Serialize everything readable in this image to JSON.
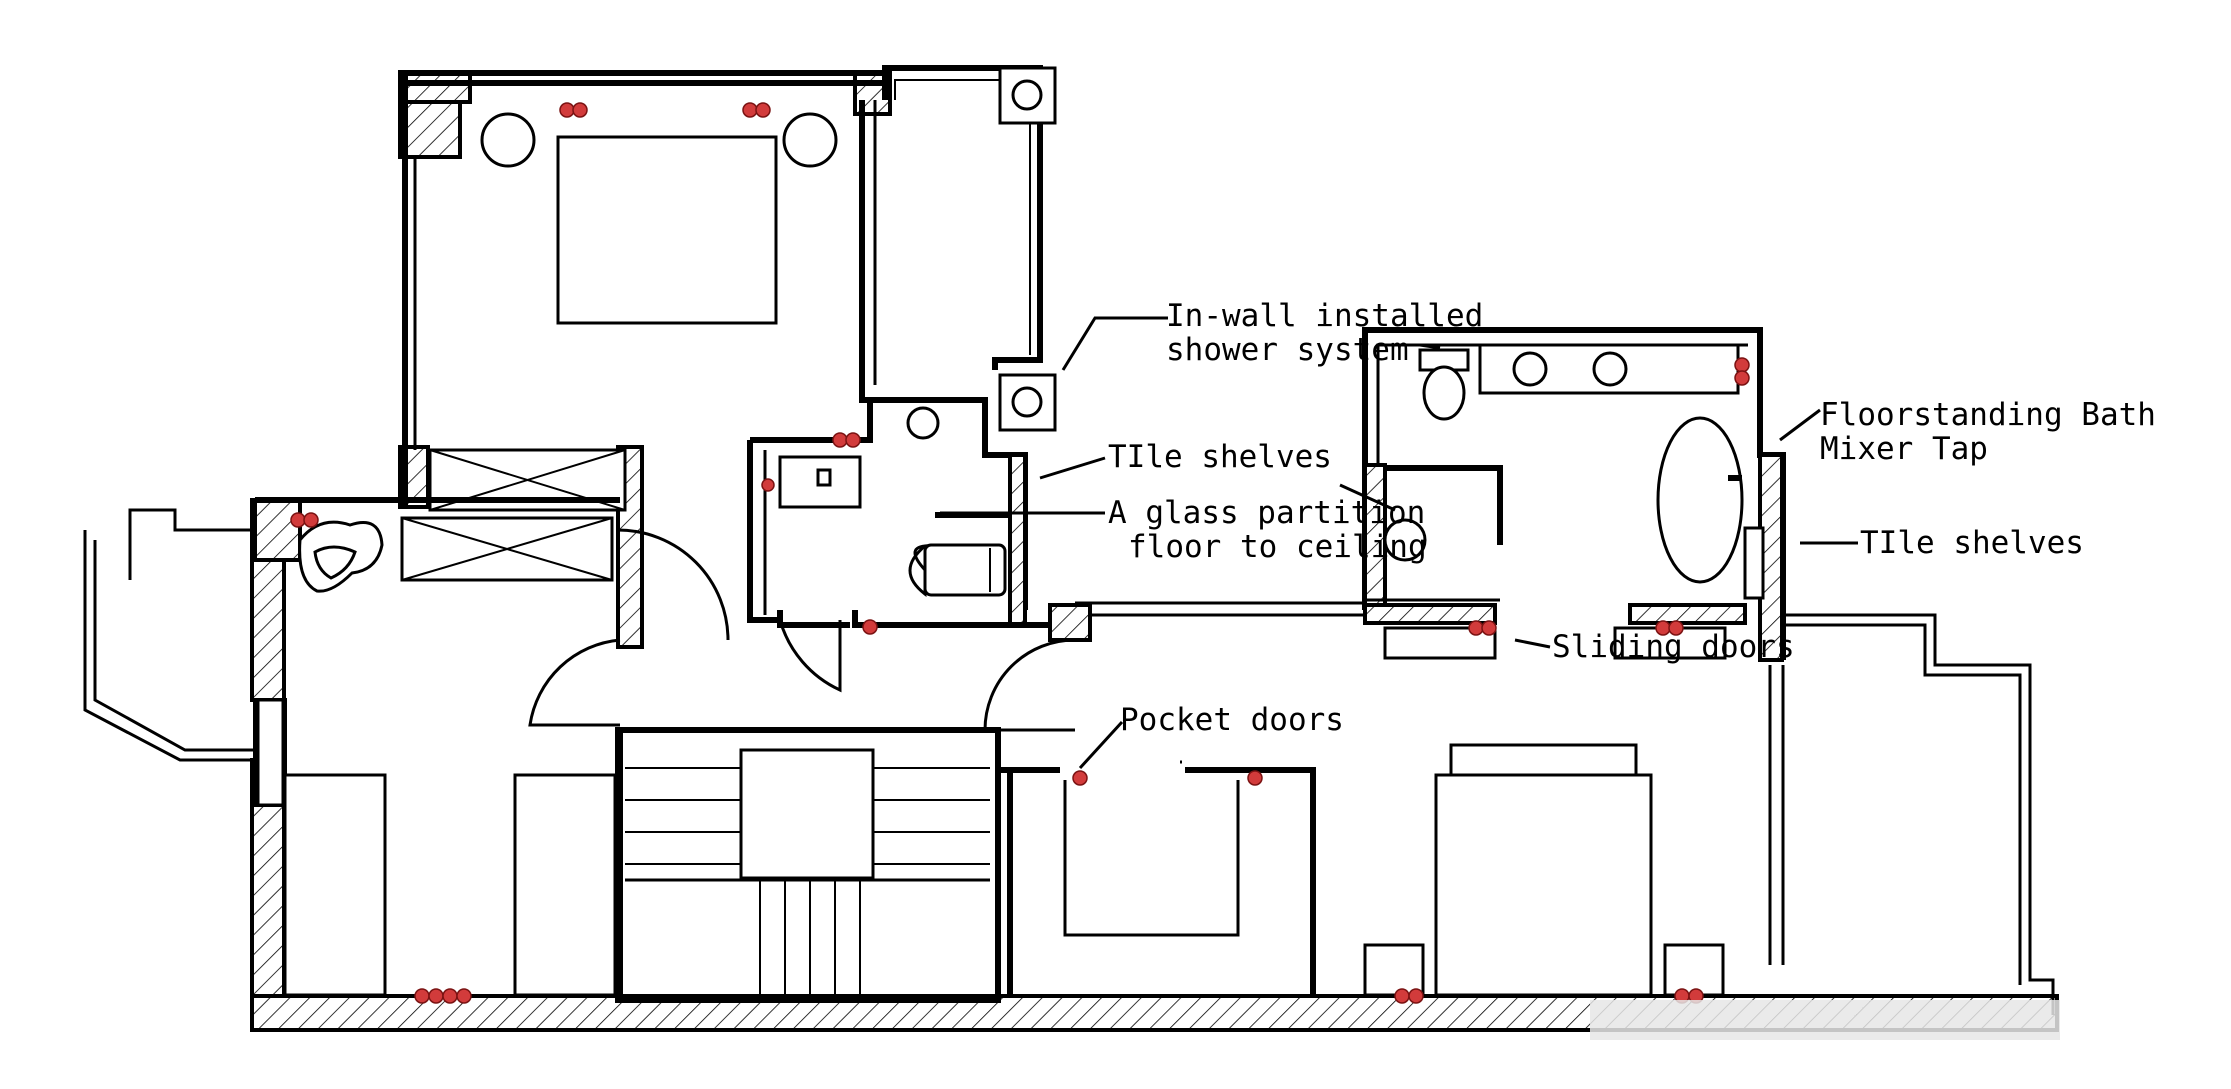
{
  "labels": {
    "shower_system_line1": "In-wall installed",
    "shower_system_line2": "shower system",
    "tile_shelves_upper": "TIle shelves",
    "glass_partition_line1": "A glass partition",
    "glass_partition_line2": "floor to ceiling",
    "floorstanding_line1": "Floorstanding Bath",
    "floorstanding_line2": "Mixer Tap",
    "tile_shelves_right": "TIle shelves",
    "sliding_doors": "Sliding doors",
    "pocket_doors": "Pocket doors"
  },
  "colors": {
    "line": "#000000",
    "outlet_marker": "#d23b3b",
    "background": "#ffffff"
  }
}
